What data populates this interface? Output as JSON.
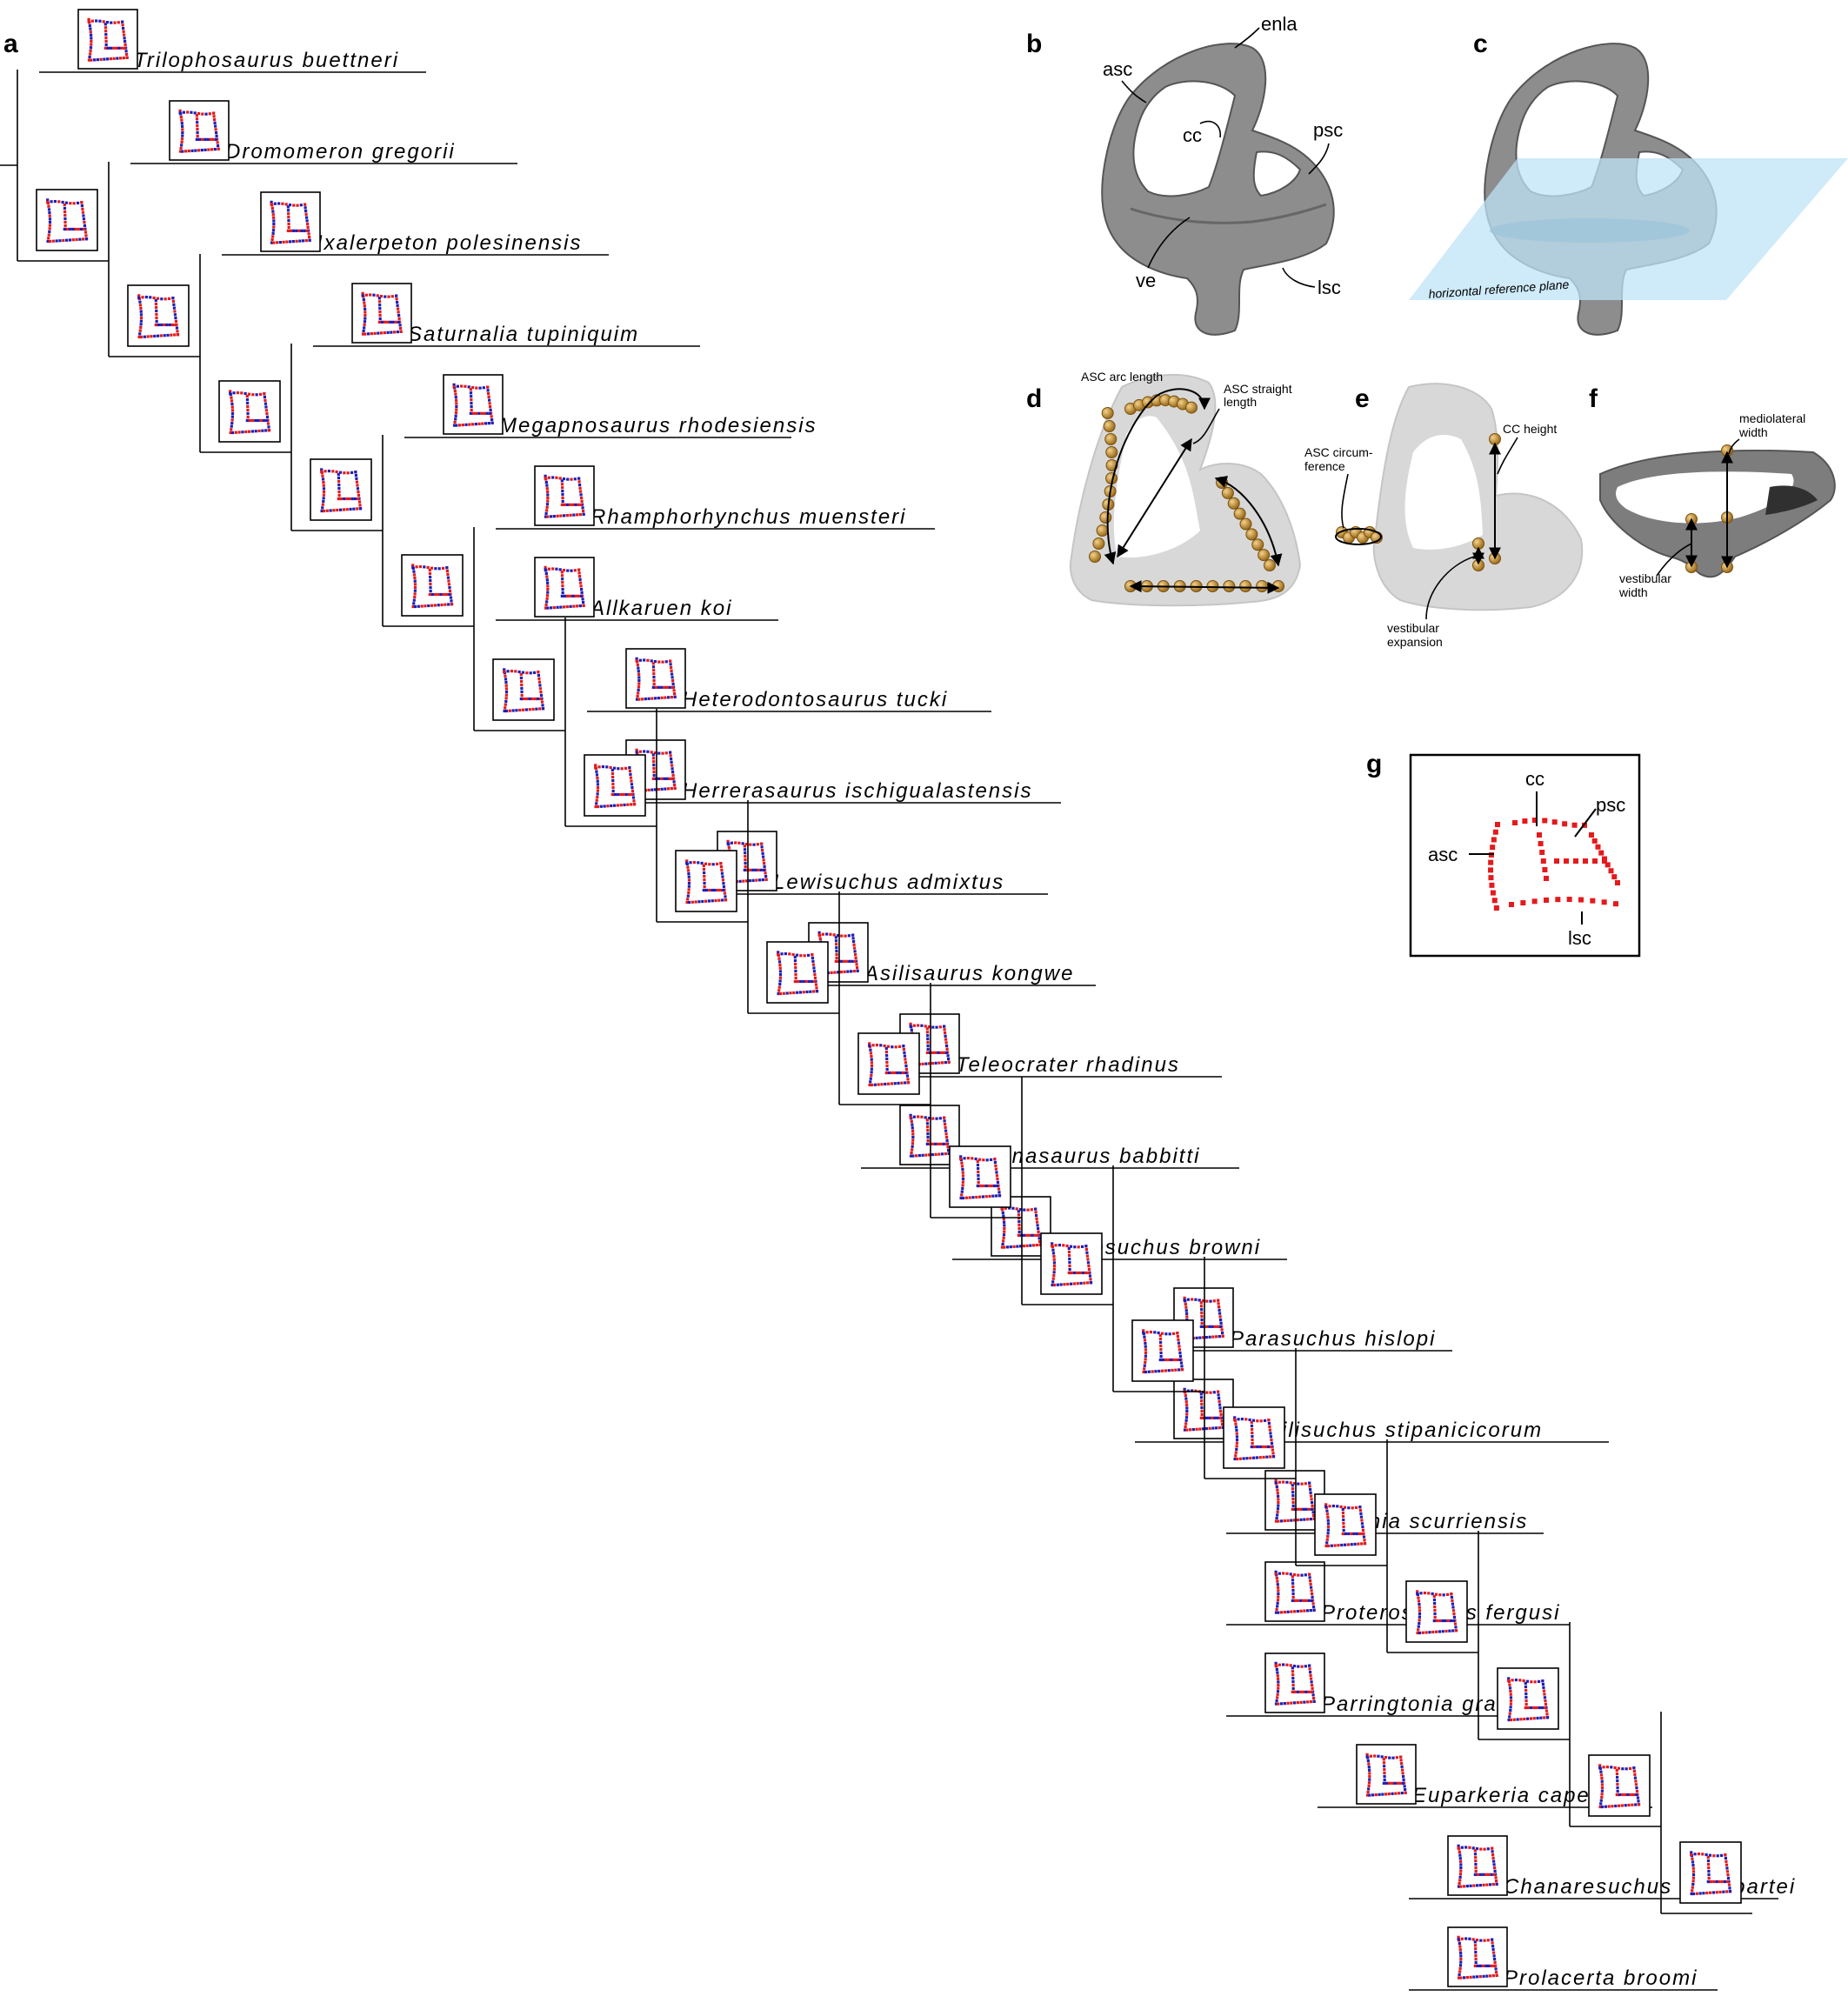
{
  "panels": {
    "a": "a",
    "b": "b",
    "c": "c",
    "d": "d",
    "e": "e",
    "f": "f",
    "g": "g"
  },
  "tree": {
    "taxa": [
      {
        "name": "Trilophosaurus buettneri"
      },
      {
        "name": "Dromomeron gregorii"
      },
      {
        "name": "Ixalerpeton polesinensis"
      },
      {
        "name": "Saturnalia tupiniquim"
      },
      {
        "name": "Megapnosaurus rhodesiensis"
      },
      {
        "name": "Rhamphorhynchus muensteri"
      },
      {
        "name": "Allkaruen koi"
      },
      {
        "name": "Heterodontosaurus tucki"
      },
      {
        "name": "Herrerasaurus ischigualastensis"
      },
      {
        "name": "Lewisuchus admixtus"
      },
      {
        "name": "Asilisaurus kongwe"
      },
      {
        "name": "Teleocrater rhadinus"
      },
      {
        "name": "Arizonasaurus babbitti"
      },
      {
        "name": "Mesosuchus browni"
      },
      {
        "name": "Parasuchus hislopi"
      },
      {
        "name": "Gracilisuchus stipanicicorum"
      },
      {
        "name": "Wannia scurriensis"
      },
      {
        "name": "Proterosuchus fergusi"
      },
      {
        "name": "Parringtonia gracilis"
      },
      {
        "name": "Euparkeria capensis"
      },
      {
        "name": "Chanaresuchus bonapartei"
      },
      {
        "name": "Prolacerta broomi"
      }
    ]
  },
  "panel_b": {
    "asc": "asc",
    "enla": "enla",
    "cc": "cc",
    "psc": "psc",
    "ve": "ve",
    "lsc": "lsc"
  },
  "panel_c": {
    "plane": "horizontal reference plane"
  },
  "panel_d": {
    "arc": "ASC arc length",
    "straight_1": "ASC straight",
    "straight_2": "length"
  },
  "panel_e": {
    "circ_1": "ASC circum-",
    "circ_2": "ference",
    "cc_height": "CC height",
    "vest_1": "vestibular",
    "vest_2": "expansion"
  },
  "panel_f": {
    "ml_1": "mediolateral",
    "ml_2": "width",
    "vw_1": "vestibular",
    "vw_2": "width"
  },
  "panel_g": {
    "cc": "cc",
    "psc": "psc",
    "asc": "asc",
    "lsc": "lsc"
  },
  "colors": {
    "red": "#e41a1c",
    "blue": "#1f1fb4",
    "bone": "#8c8c8c",
    "plane": "#bfe3f5",
    "marker": "#c8902e"
  }
}
